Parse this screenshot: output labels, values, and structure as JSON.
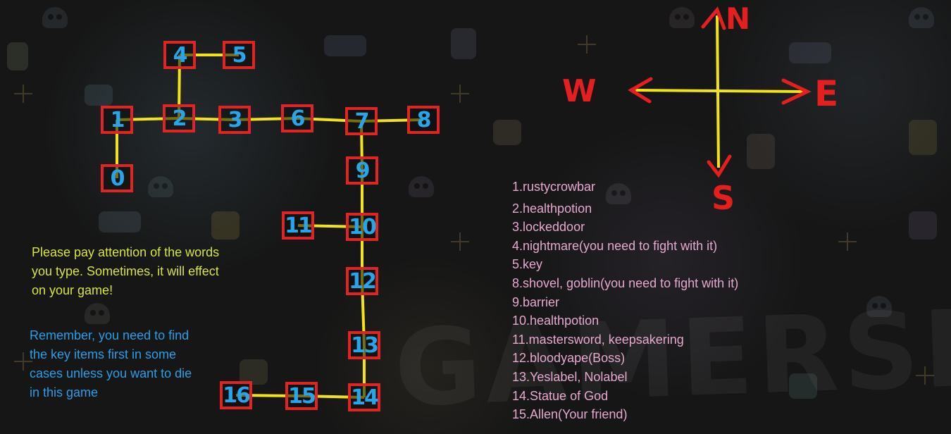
{
  "map": {
    "rooms": [
      {
        "id": "room-4",
        "label": "4"
      },
      {
        "id": "room-5",
        "label": "5"
      },
      {
        "id": "room-1",
        "label": "1"
      },
      {
        "id": "room-2",
        "label": "2"
      },
      {
        "id": "room-3",
        "label": "3"
      },
      {
        "id": "room-6",
        "label": "6"
      },
      {
        "id": "room-7",
        "label": "7"
      },
      {
        "id": "room-8",
        "label": "8"
      },
      {
        "id": "room-0",
        "label": "0"
      },
      {
        "id": "room-9",
        "label": "9"
      },
      {
        "id": "room-11",
        "label": "11"
      },
      {
        "id": "room-10",
        "label": "10"
      },
      {
        "id": "room-12",
        "label": "12"
      },
      {
        "id": "room-13",
        "label": "13"
      },
      {
        "id": "room-16",
        "label": "16"
      },
      {
        "id": "room-15",
        "label": "15"
      },
      {
        "id": "room-14",
        "label": "14"
      }
    ],
    "connections": [
      [
        "4",
        "5"
      ],
      [
        "4",
        "2"
      ],
      [
        "1",
        "2"
      ],
      [
        "2",
        "3"
      ],
      [
        "3",
        "6"
      ],
      [
        "6",
        "7"
      ],
      [
        "7",
        "8"
      ],
      [
        "1",
        "0"
      ],
      [
        "7",
        "9"
      ],
      [
        "9",
        "10"
      ],
      [
        "11",
        "10"
      ],
      [
        "10",
        "12"
      ],
      [
        "12",
        "13"
      ],
      [
        "13",
        "14"
      ],
      [
        "14",
        "15"
      ],
      [
        "15",
        "16"
      ]
    ],
    "room_border_color": "#e02424",
    "room_label_color": "#2aa4e8",
    "path_color": "#f2e21a"
  },
  "compass": {
    "north": "N",
    "south": "S",
    "east": "E",
    "west": "W",
    "color": "#e51f1f",
    "axis_color": "#f2e21a"
  },
  "notes": {
    "warning": "Please pay attention of the words you type. Sometimes, it will effect on your game!",
    "remember": "Remember, you need to find the key items first in some cases unless you want to die in this game"
  },
  "legend": [
    "1.rustycrowbar",
    "2.healthpotion",
    "3.lockeddoor",
    "4.nightmare(you need to fight with it)",
    "5.key",
    "8.shovel, goblin(you need to fight with it)",
    "9.barrier",
    "10.healthpotion",
    "11.mastersword, keepsakering",
    "12.bloodyape(Boss)",
    "13.Yeslabel, Nolabel",
    "14.Statue of God",
    "15.Allen(Your friend)"
  ],
  "watermark": "GAMERSKY"
}
